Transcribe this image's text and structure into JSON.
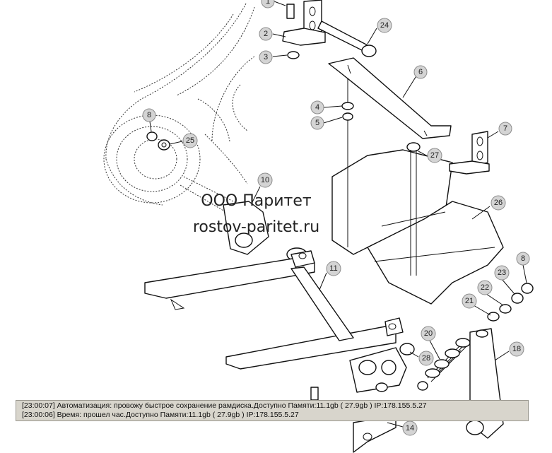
{
  "watermark": {
    "company": "ООО Паритет",
    "site": "rostov-paritet.ru"
  },
  "callouts": [
    {
      "label": "1"
    },
    {
      "label": "2"
    },
    {
      "label": "3"
    },
    {
      "label": "24"
    },
    {
      "label": "6"
    },
    {
      "label": "4"
    },
    {
      "label": "5"
    },
    {
      "label": "7"
    },
    {
      "label": "8"
    },
    {
      "label": "25"
    },
    {
      "label": "27"
    },
    {
      "label": "10"
    },
    {
      "label": "26"
    },
    {
      "label": "11"
    },
    {
      "label": "8"
    },
    {
      "label": "23"
    },
    {
      "label": "22"
    },
    {
      "label": "21"
    },
    {
      "label": "20"
    },
    {
      "label": "18"
    },
    {
      "label": "28"
    },
    {
      "label": "14"
    }
  ],
  "log": {
    "lines": [
      "[23:00:07]  Автоматизация: провожу быстрое сохранение рамдиска.Доступно Памяти:11.1gb  ( 27.9gb ) IP:178.155.5.27",
      "[23:00:06]  Время: прошел час.Доступно Памяти:11.1gb  ( 27.9gb ) IP:178.155.5.27"
    ]
  }
}
